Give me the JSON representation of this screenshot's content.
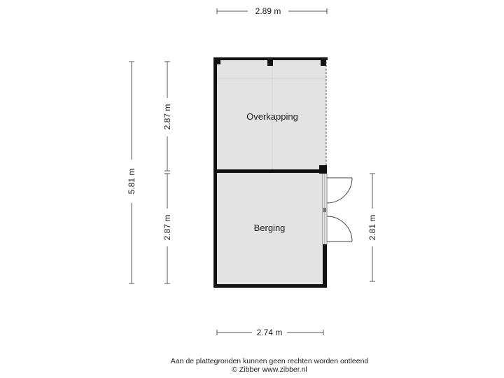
{
  "dimensions": {
    "top_width": "2.89 m",
    "bottom_width": "2.74 m",
    "total_height": "5.81 m",
    "upper_height": "2.87 m",
    "lower_height": "2.87 m",
    "right_height": "2.81 m"
  },
  "rooms": {
    "upper": "Overkapping",
    "lower": "Berging"
  },
  "footer": {
    "disclaimer": "Aan de plattegronden kunnen geen rechten worden ontleend",
    "copyright": "© Zibber www.zibber.nl"
  },
  "colors": {
    "wall": "#111111",
    "floor": "#e3e3e3",
    "dimension_line": "#555555"
  }
}
